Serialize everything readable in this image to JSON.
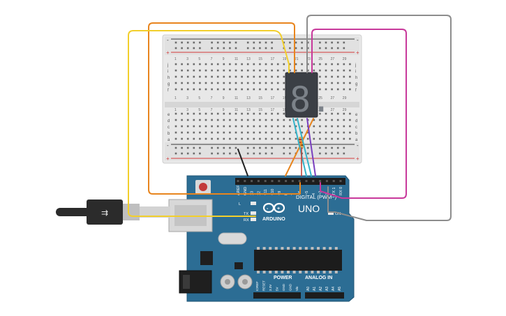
{
  "breadboard": {
    "row_letters_top": [
      "j",
      "i",
      "h",
      "g",
      "f"
    ],
    "row_letters_bottom": [
      "e",
      "d",
      "c",
      "b",
      "a"
    ],
    "rail_plus": "+",
    "rail_minus": "-",
    "column_numbers": [
      "1",
      "3",
      "5",
      "7",
      "9",
      "11",
      "13",
      "15",
      "17",
      "19",
      "21",
      "23",
      "25",
      "27",
      "29"
    ]
  },
  "display": {
    "digit": "8."
  },
  "arduino": {
    "logo_text": "ARDUINO",
    "model": "UNO",
    "digital_label": "DIGITAL (PWM~)",
    "power_label": "POWER",
    "analog_label": "ANALOG IN",
    "on_label": "ON",
    "l_label": "L",
    "tx_label": "TX",
    "rx_label": "RX",
    "digital_pins": [
      "AREF",
      "GND",
      "13",
      "12",
      "~11",
      "~10",
      "~9",
      "8",
      "7",
      "~6",
      "~5",
      "4",
      "~3",
      "2",
      "TX 1",
      "RX 0"
    ],
    "power_pins": [
      "IOREF",
      "RESET",
      "3.3V",
      "5V",
      "GND",
      "GND",
      "Vin"
    ],
    "analog_pins": [
      "A0",
      "A1",
      "A2",
      "A3",
      "A4",
      "A5"
    ]
  },
  "colors": {
    "board_blue": "#2c6d94",
    "breadboard": "#e6e6e6",
    "wire_yellow": "#f2cf2c",
    "wire_orange": "#e8851e",
    "wire_magenta": "#c8399b",
    "wire_gray": "#8d8d8d",
    "wire_black": "#222222",
    "wire_teal": "#35b3c9",
    "wire_purple": "#7a3fbf"
  }
}
